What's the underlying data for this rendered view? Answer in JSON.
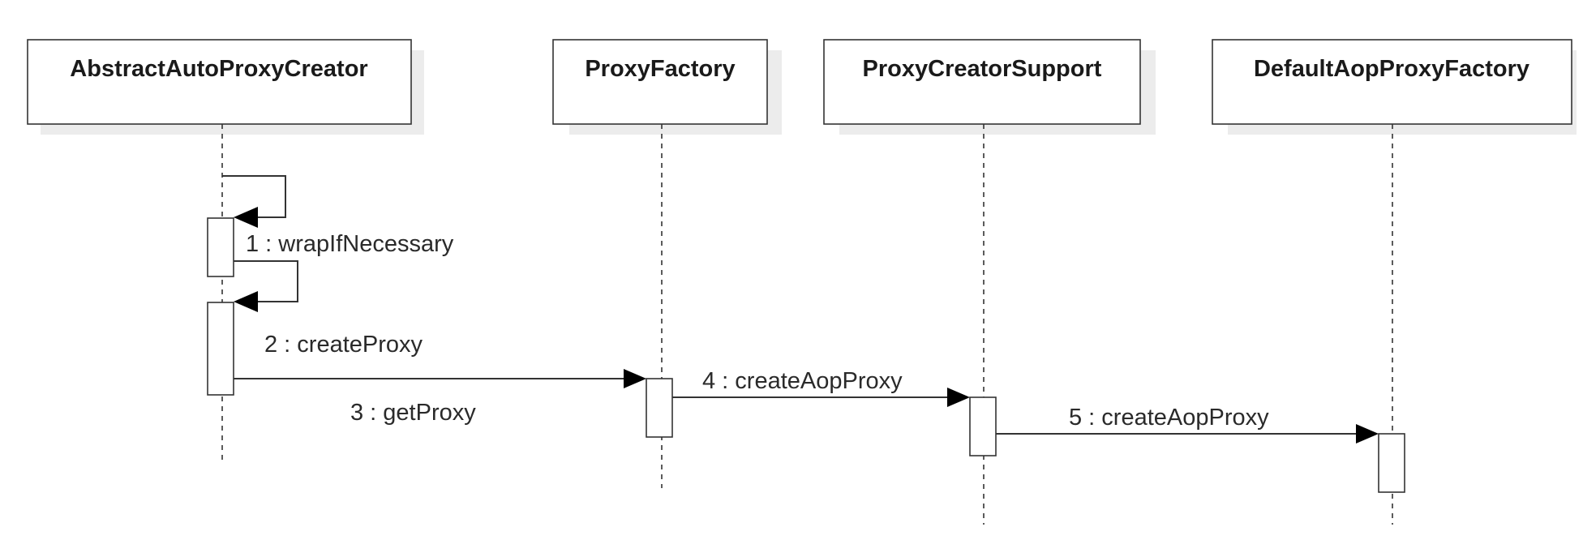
{
  "participants": [
    {
      "id": "aapc",
      "name": "AbstractAutoProxyCreator"
    },
    {
      "id": "pf",
      "name": "ProxyFactory"
    },
    {
      "id": "pcs",
      "name": "ProxyCreatorSupport"
    },
    {
      "id": "dapf",
      "name": "DefaultAopProxyFactory"
    }
  ],
  "messages": [
    {
      "number": 1,
      "label": "1 : wrapIfNecessary",
      "from": "AbstractAutoProxyCreator",
      "to": "AbstractAutoProxyCreator"
    },
    {
      "number": 2,
      "label": "2 : createProxy",
      "from": "AbstractAutoProxyCreator",
      "to": "AbstractAutoProxyCreator"
    },
    {
      "number": 3,
      "label": "3 : getProxy",
      "from": "AbstractAutoProxyCreator",
      "to": "ProxyFactory"
    },
    {
      "number": 4,
      "label": "4 : createAopProxy",
      "from": "ProxyFactory",
      "to": "ProxyCreatorSupport"
    },
    {
      "number": 5,
      "label": "5 : createAopProxy",
      "from": "ProxyCreatorSupport",
      "to": "DefaultAopProxyFactory"
    }
  ]
}
